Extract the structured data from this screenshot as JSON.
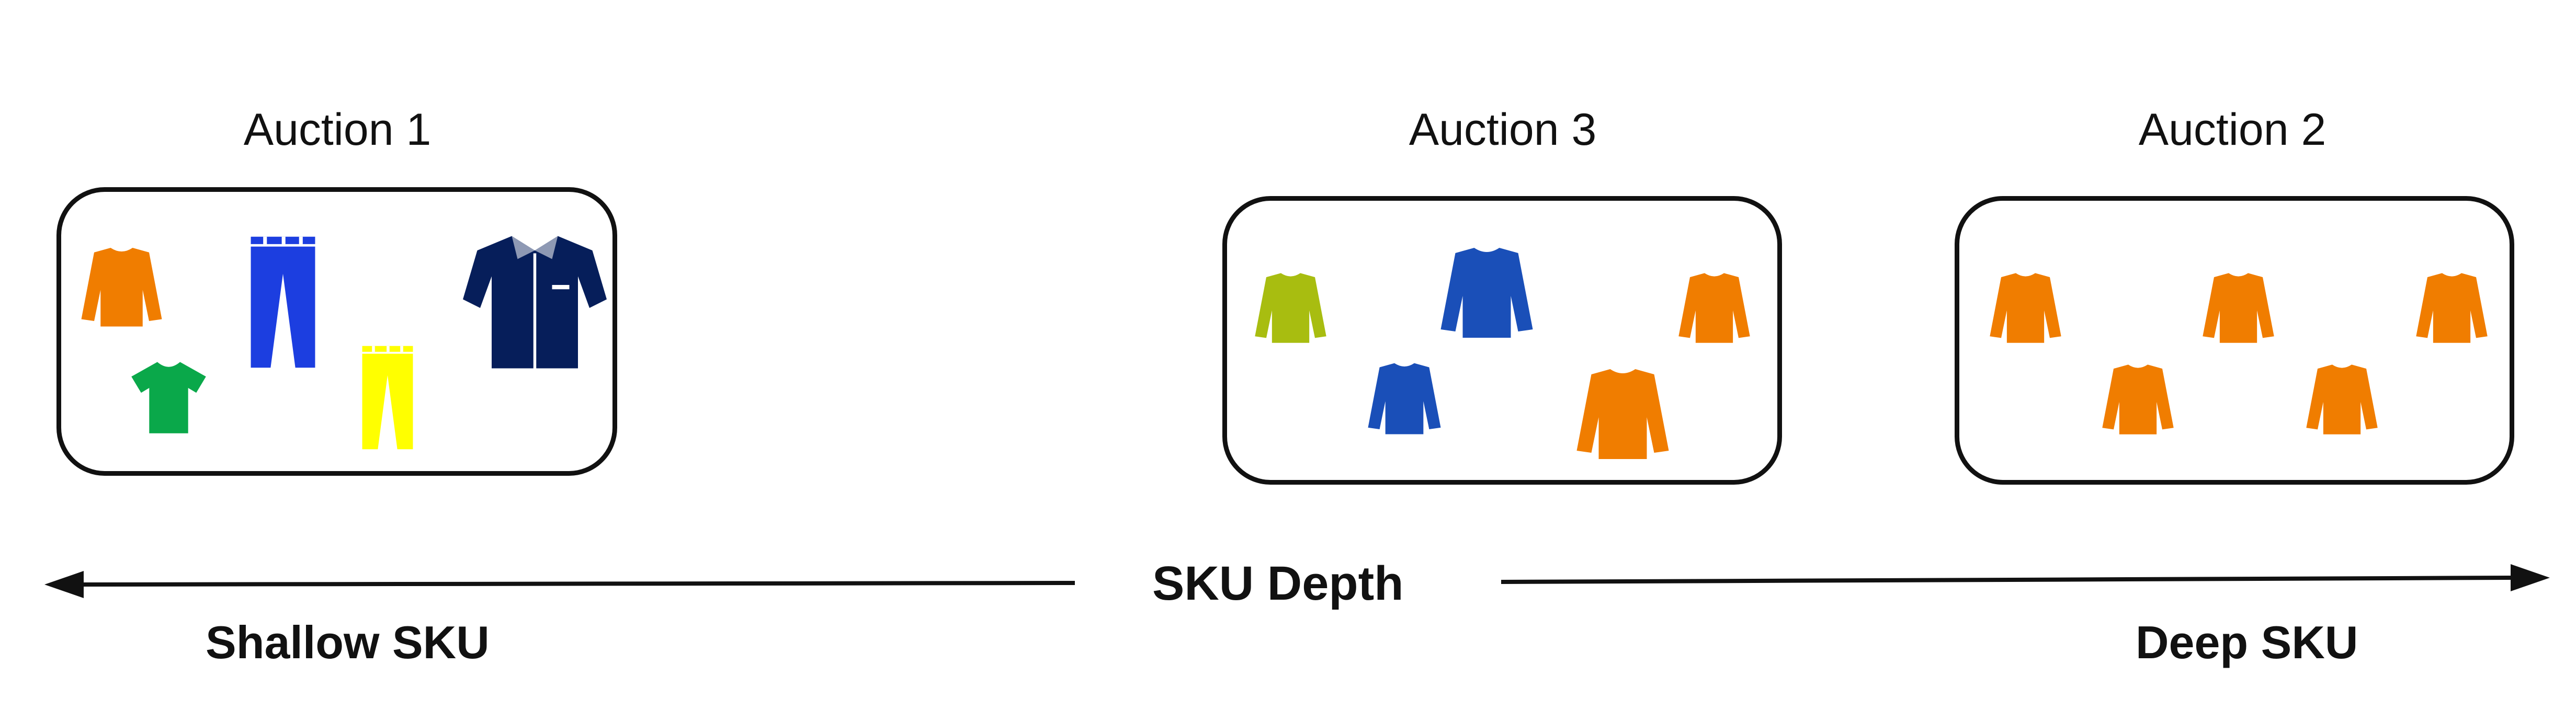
{
  "auctions": [
    {
      "title": "Auction 1"
    },
    {
      "title": "Auction 3"
    },
    {
      "title": "Auction 2"
    }
  ],
  "axis": {
    "center_label": "SKU Depth",
    "left_label": "Shallow SKU",
    "right_label": "Deep SKU"
  },
  "colors": {
    "orange": "#f07d00",
    "green": "#0aa84a",
    "royal_blue": "#1c3ee0",
    "yellow": "#ffff00",
    "navy": "#061e5a",
    "olive": "#a8bd10",
    "blue": "#1a4fb8"
  },
  "garments": {
    "auction1": [
      {
        "icon": "long-sleeve-shirt-icon",
        "color": "orange"
      },
      {
        "icon": "t-shirt-icon",
        "color": "green"
      },
      {
        "icon": "trousers-icon",
        "color": "royal_blue"
      },
      {
        "icon": "trousers-icon",
        "color": "yellow"
      },
      {
        "icon": "button-shirt-icon",
        "color": "navy"
      }
    ],
    "auction3": [
      {
        "icon": "long-sleeve-shirt-icon",
        "color": "olive"
      },
      {
        "icon": "long-sleeve-shirt-icon",
        "color": "blue"
      },
      {
        "icon": "long-sleeve-shirt-icon",
        "color": "orange"
      },
      {
        "icon": "long-sleeve-shirt-icon",
        "color": "blue"
      },
      {
        "icon": "long-sleeve-shirt-icon",
        "color": "orange"
      }
    ],
    "auction2": [
      {
        "icon": "long-sleeve-shirt-icon",
        "color": "orange"
      },
      {
        "icon": "long-sleeve-shirt-icon",
        "color": "orange"
      },
      {
        "icon": "long-sleeve-shirt-icon",
        "color": "orange"
      },
      {
        "icon": "long-sleeve-shirt-icon",
        "color": "orange"
      },
      {
        "icon": "long-sleeve-shirt-icon",
        "color": "orange"
      }
    ]
  }
}
